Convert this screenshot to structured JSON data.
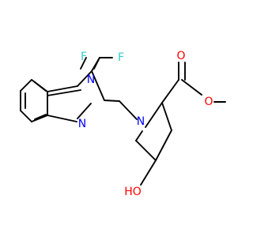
{
  "colors": {
    "background": "#ffffff",
    "bond": "#000000",
    "nitrogen": "#0000ff",
    "oxygen": "#ff0000",
    "fluorine": "#33cccc"
  },
  "atom_labels": {
    "f_left": "F",
    "f_right": "F",
    "n_top": "N",
    "n_bottom": "N",
    "n_ring": "N",
    "o_carbonyl": "O",
    "o_ester": "O",
    "oh": "HO"
  }
}
